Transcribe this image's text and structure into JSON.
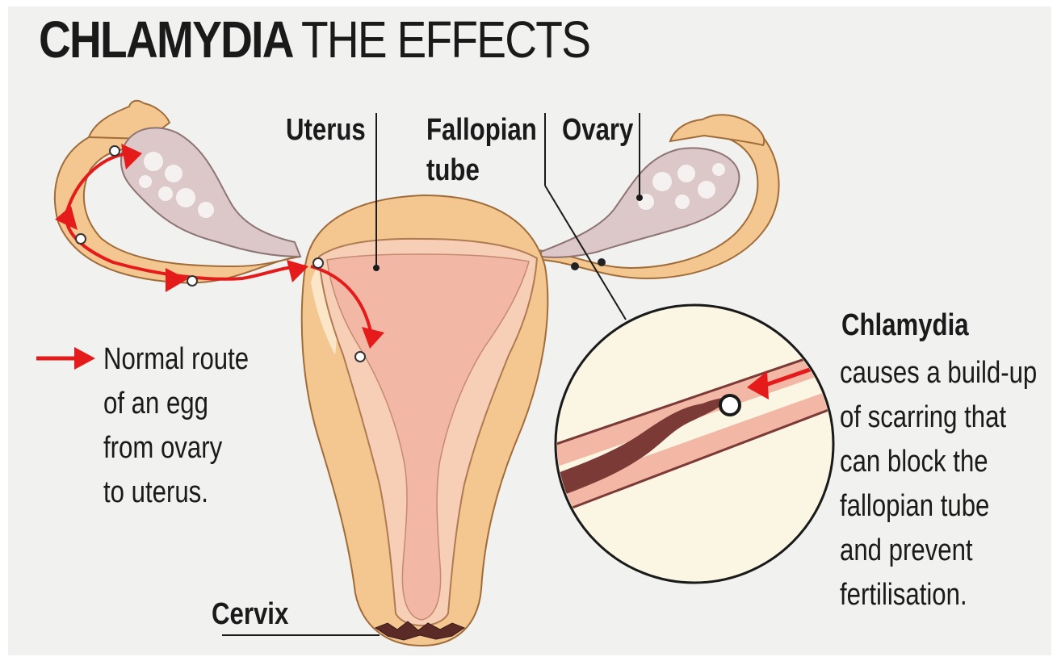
{
  "title": {
    "bold": "CHLAMYDIA",
    "rest": "THE EFFECTS"
  },
  "labels": {
    "uterus": "Uterus",
    "fallopian_line1": "Fallopian",
    "fallopian_line2": "tube",
    "ovary": "Ovary",
    "cervix": "Cervix"
  },
  "legend": {
    "lines": [
      "Normal route",
      "of an egg",
      "from ovary",
      "to uterus."
    ]
  },
  "chlamydia": {
    "heading": "Chlamydia",
    "lines": [
      "causes a build-up",
      "of scarring that",
      "can block the",
      "fallopian tube",
      "and prevent",
      "fertilisation."
    ]
  },
  "colors": {
    "background": "#f1f1ef",
    "uterus_outer": "#f4c790",
    "uterus_inner": "#f6cfb6",
    "uterus_cavity": "#f3b8a5",
    "ovary": "#dcc8c8",
    "route_arrow": "#e51b1b",
    "scar": "#7b3a36",
    "inset_bg": "#fbf6e4"
  }
}
